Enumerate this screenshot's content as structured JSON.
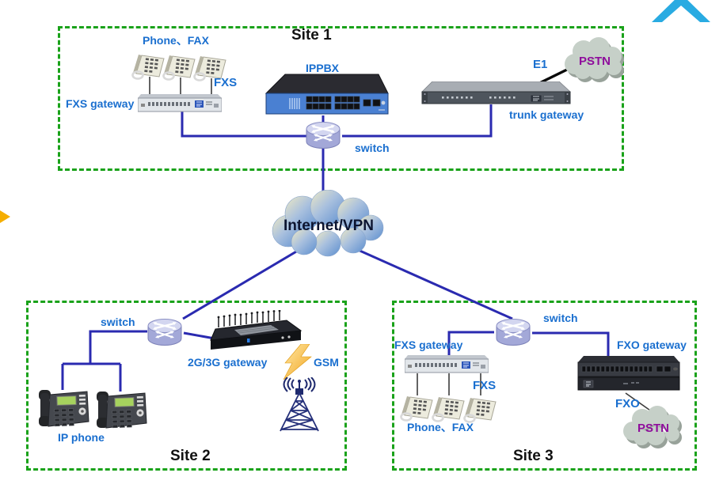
{
  "site1": {
    "title": "Site 1",
    "phone_fax": "Phone、FAX",
    "fxs": "FXS",
    "fxs_gateway": "FXS gateway",
    "ippbx": "IPPBX",
    "switch": "switch",
    "trunk_gateway": "trunk gateway",
    "e1": "E1",
    "pstn": "PSTN"
  },
  "internet": {
    "label": "Internet/VPN"
  },
  "site2": {
    "title": "Site 2",
    "switch": "switch",
    "gateway_2g3g": "2G/3G gateway",
    "gsm": "GSM",
    "ip_phone": "IP phone"
  },
  "site3": {
    "title": "Site 3",
    "switch": "switch",
    "fxs_gateway": "FXS gateway",
    "fxo_gateway": "FXO gateway",
    "fxs": "FXS",
    "phone_fax": "Phone、FAX",
    "fxo": "FXO",
    "pstn": "PSTN"
  },
  "icons": [
    "ribbon-icon",
    "yellow-arrow-icon",
    "analog-phone-icon",
    "ip-phone-icon",
    "switch-icon",
    "ippbx-device-icon",
    "fxs-gateway-device-icon",
    "trunk-gateway-device-icon",
    "fxo-gateway-device-icon",
    "gsm-gateway-device-icon",
    "gsm-tower-icon",
    "lightning-icon",
    "pstn-cloud-icon",
    "internet-cloud-icon"
  ],
  "colors": {
    "label_blue": "#1a6fcf",
    "site_title_black": "#111111",
    "pstn_purple": "#8f0d9c",
    "border_green": "#1aa21a",
    "line_blue": "#2a2ab0",
    "ribbon_cyan": "#29abe2",
    "lightning_yellow": "#f5ae00",
    "pstn_cloud_gray": "#c6d0c8",
    "internet_cloud_blue": "#5c8ecf"
  }
}
